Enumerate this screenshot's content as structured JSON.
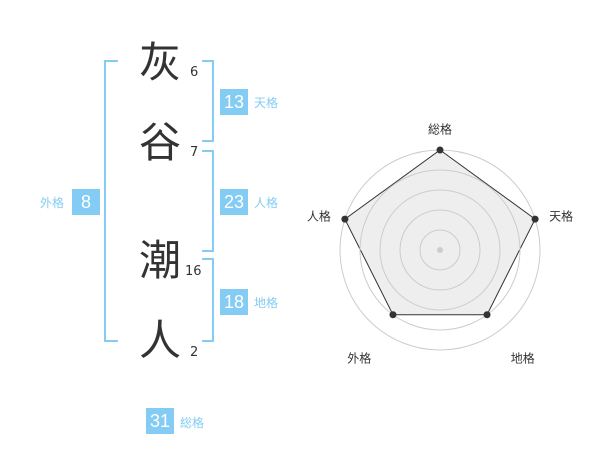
{
  "name": {
    "chars": [
      {
        "char": "灰",
        "strokes": "6"
      },
      {
        "char": "谷",
        "strokes": "7"
      },
      {
        "char": "潮",
        "strokes": "16"
      },
      {
        "char": "人",
        "strokes": "2"
      }
    ]
  },
  "fortune": {
    "tenkaku": {
      "value": "13",
      "label": "天格"
    },
    "jinkaku": {
      "value": "23",
      "label": "人格"
    },
    "chikaku": {
      "value": "18",
      "label": "地格"
    },
    "gaikaku": {
      "value": "8",
      "label": "外格"
    },
    "soukaku": {
      "value": "31",
      "label": "総格"
    }
  },
  "colors": {
    "accent": "#84ccf3",
    "text": "#333333",
    "grid": "#cccccc",
    "fill": "#eeeeee"
  },
  "chart_data": {
    "type": "radar",
    "axes": [
      "総格",
      "天格",
      "地格",
      "外格",
      "人格"
    ],
    "scale_rings": 5,
    "values": [
      5,
      5,
      4,
      4,
      5
    ],
    "max": 5
  }
}
